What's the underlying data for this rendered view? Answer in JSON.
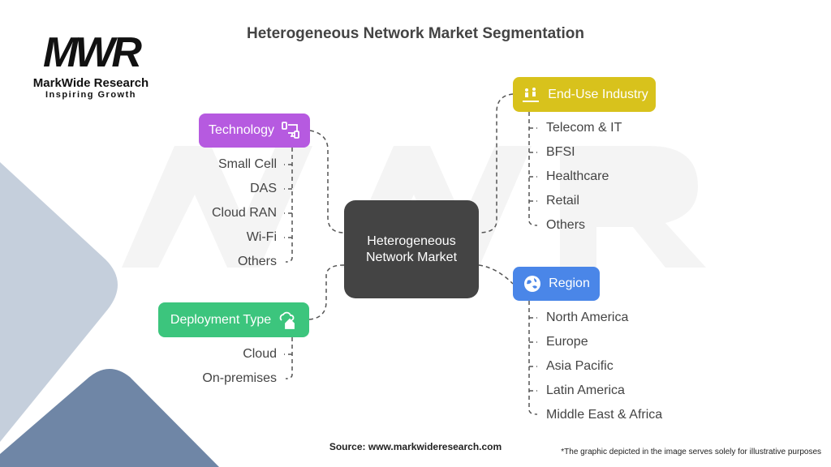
{
  "title": "Heterogeneous Network Market Segmentation",
  "logo": {
    "mark": "MWR",
    "name": "MarkWide Research",
    "tagline": "Inspiring Growth"
  },
  "center": {
    "line1": "Heterogeneous",
    "line2": "Network Market"
  },
  "segments": {
    "technology": {
      "label": "Technology",
      "icon": "devices-icon",
      "color": "#b65ae0",
      "items": [
        "Small Cell",
        "DAS",
        "Cloud RAN",
        "Wi-Fi",
        "Others"
      ]
    },
    "deployment": {
      "label": "Deployment Type",
      "icon": "cloud-home-icon",
      "color": "#3cc57d",
      "items": [
        "Cloud",
        "On-premises"
      ]
    },
    "end_use": {
      "label": "End-Use Industry",
      "icon": "industry-people-icon",
      "color": "#d8c21c",
      "items": [
        "Telecom & IT",
        "BFSI",
        "Healthcare",
        "Retail",
        "Others"
      ]
    },
    "region": {
      "label": "Region",
      "icon": "globe-icon",
      "color": "#4a86e8",
      "items": [
        "North America",
        "Europe",
        "Asia Pacific",
        "Latin America",
        "Middle East & Africa"
      ]
    }
  },
  "footer": {
    "source": "Source: www.markwideresearch.com",
    "note": "*The graphic depicted in the image serves solely for illustrative purposes"
  }
}
